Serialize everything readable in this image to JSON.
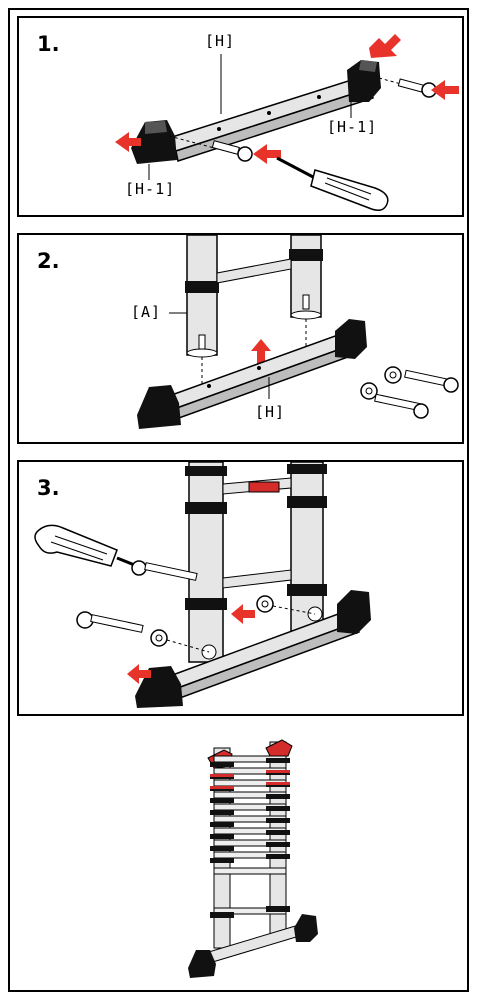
{
  "steps": [
    "1.",
    "2.",
    "3."
  ],
  "labels": {
    "h": "[H]",
    "h1": "[H-1]",
    "a": "[A]"
  },
  "colors": {
    "arrow": "#e8332a",
    "rung_red": "#d42b2b",
    "metal_light": "#e6e6e6",
    "metal_mid": "#bdbdbd",
    "foot": "#111111"
  },
  "icons": [
    "screwdriver-icon",
    "screw-icon",
    "washer-icon",
    "bolt-icon",
    "arrow-icon",
    "ladder-icon"
  ]
}
